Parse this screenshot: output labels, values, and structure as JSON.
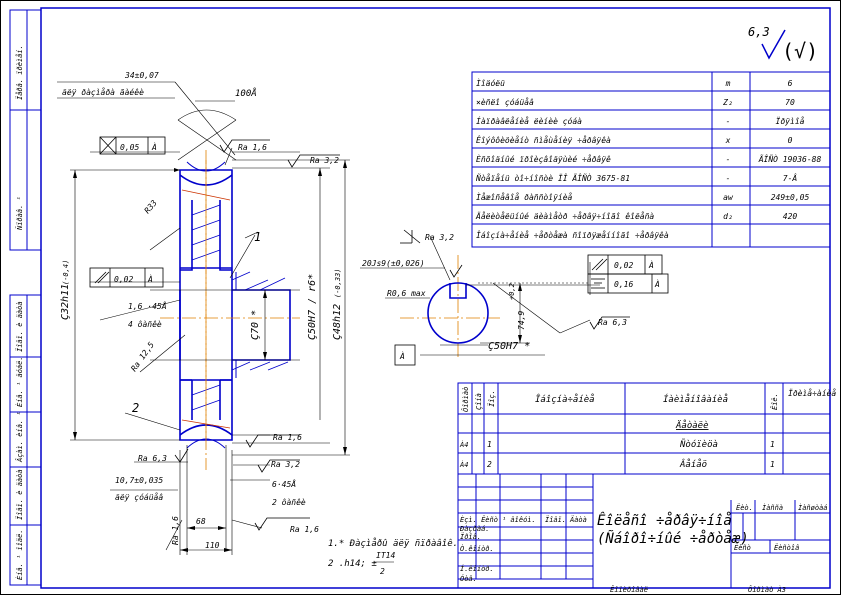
{
  "frame": {
    "side_labels": [
      "Ïåðâ. ïðèìåí.",
      "Ñïðàâ. ¹",
      "Ïîäï. è äàòà",
      "Èíâ. ¹ äóáë.",
      "Âçàì. èíâ. ¹",
      "Ïîäï. è äàòà",
      "Èíâ. ¹ ïîäë."
    ]
  },
  "surface_finish": {
    "value": "6,3",
    "symbol": "(√)"
  },
  "params_table": {
    "rows": [
      {
        "name": "Ìîäóëü",
        "sym": "m",
        "val": "6"
      },
      {
        "name": "×èñëî çóáüåâ",
        "sym": "Z₂",
        "val": "70"
      },
      {
        "name": "Íàïðàâëåíèå ëèíèè çóáà",
        "sym": "-",
        "val": "Ïðÿìîå"
      },
      {
        "name": "Êîýôôèöèåíò ñìåùåíèÿ ÷åðâÿêà",
        "sym": "x",
        "val": "0"
      },
      {
        "name": "Èñõîäíûé ïðîèçâîäÿùèé ÷åðâÿê",
        "sym": "-",
        "val": "ÃÎÑÒ 19036-88"
      },
      {
        "name": "Ñòåïåíü òî÷íîñòè ÏÎ ÃÎÑÒ 3675-81",
        "sym": "-",
        "val": "7-Â"
      },
      {
        "name": "Ìåæîñåâîå ðàññòîÿíèå",
        "sym": "aw",
        "val": "249±0,05"
      },
      {
        "name": "Äåëèòåëüíûé äèàìåòð ÷åðâÿ÷íîãî êîëåñà",
        "sym": "d₂",
        "val": "420"
      },
      {
        "name": "Îáîçíà÷åíèå ÷åðòåæà ñîïðÿæåííîãî ÷åðâÿêà",
        "sym": "",
        "val": ""
      }
    ]
  },
  "dims": {
    "top_dim": "34±0,07",
    "top_dim_sub": "äëÿ ðàçìåðà ãàéêè",
    "angle": "100Å",
    "ra16_a": "Ra 1,6",
    "ra32_a": "Ra 3,2",
    "tol1": "0,05",
    "datum_a": "À",
    "r33": "R33",
    "tol2": "0,02",
    "chamfer": "1,6 ·45Å",
    "chamfer_sub": "4 ôàñêè",
    "r125": "Ra 12,5",
    "d_hub": "Ç32h11",
    "d_hub_sub": "(-0,4)",
    "d_bore": "Ç70 *",
    "d_rim": "Ç50H7 / r6*",
    "d_out": "Ç48h12",
    "d_out_sub": "(-0,33)",
    "label1": "1",
    "label2": "2",
    "ra63_a": "Ra 6,3",
    "ra16_b": "Ra 1,6",
    "ra32_b": "Ra 3,2",
    "w1": "10,7±0,035",
    "w1_sub": "äëÿ çóáüåâ",
    "ch2": "6·45Å",
    "ch2_sub": "2 ôàñêè",
    "ra16_c": "Ra 1,6",
    "dim68": "68",
    "ra16_d": "Ra 1,6",
    "dim110": "110",
    "ra32_c": "Ra 3,2",
    "key": "20Js9(±0,026)",
    "r06": "R0,6 max",
    "keydepth": "74,9",
    "keydepth_sub": "+0,2",
    "bore_small": "Ç50H7 *",
    "ra63_b": "Ra 6,3",
    "tol3": "0,02",
    "tol4": "0,16",
    "datum_b": "À",
    "datum_c": "À"
  },
  "notes": {
    "n1": "1.* Ðàçìåðû äëÿ ñïðàâîê.",
    "n2": "2 .h14; ±",
    "frac_num": "IT14",
    "frac_den": "2"
  },
  "spec": {
    "headers": [
      "Ôîðìàò",
      "Çîíà",
      "Ïîç.",
      "Îáîçíà÷åíèå",
      "Íàèìåíîâàíèå",
      "Êîë.",
      "Ïðèìå÷àíèå"
    ],
    "section": "Äåòàëè",
    "rows": [
      {
        "fmt": "À4",
        "pos": "1",
        "name": "Ñòóïèöà",
        "qty": "1"
      },
      {
        "fmt": "À4",
        "pos": "2",
        "name": "Âåíåö",
        "qty": "1"
      }
    ]
  },
  "title_block": {
    "title_l1": "Êîëåñî ÷åðâÿ÷íîå",
    "title_l2": "(Ñáîðî÷íûé ÷åðòåæ)",
    "rows": [
      "Èçì. Ëèñò",
      "Ðàçðàá.",
      "Ïðîâ.",
      "Ò.êîíòð.",
      "Í.êîíòð.",
      "Óòâ."
    ],
    "cols": [
      "¹ äîêóì.",
      "Ïîäï.",
      "Äàòà"
    ],
    "lit": "Ëèò.",
    "mass": "Ìàññà",
    "scale": "Ìàñøòàá",
    "sheet": "Ëèñò",
    "sheets": "Ëèñòîâ",
    "copied": "Êîïèðîâàë",
    "format": "Ôîðìàò    À3"
  }
}
